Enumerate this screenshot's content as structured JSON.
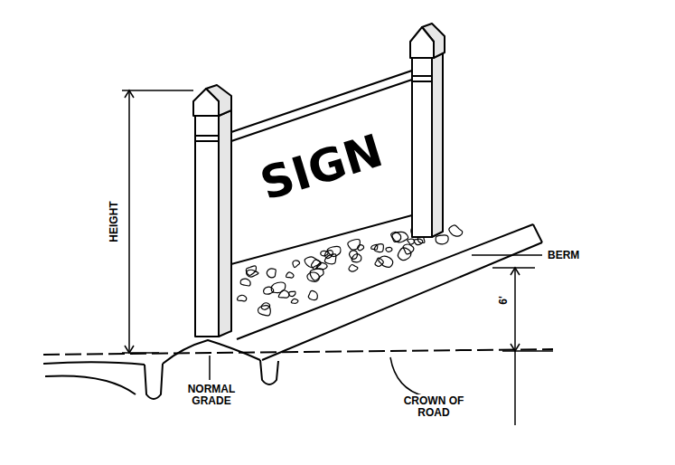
{
  "diagram": {
    "nodes": [
      {
        "text": [
          "SIGN"
        ]
      }
    ],
    "labels": [
      "HEIGHT",
      "BERM",
      "6'",
      "NORMAL GRADE",
      "CROWN OF ROAD"
    ]
  }
}
